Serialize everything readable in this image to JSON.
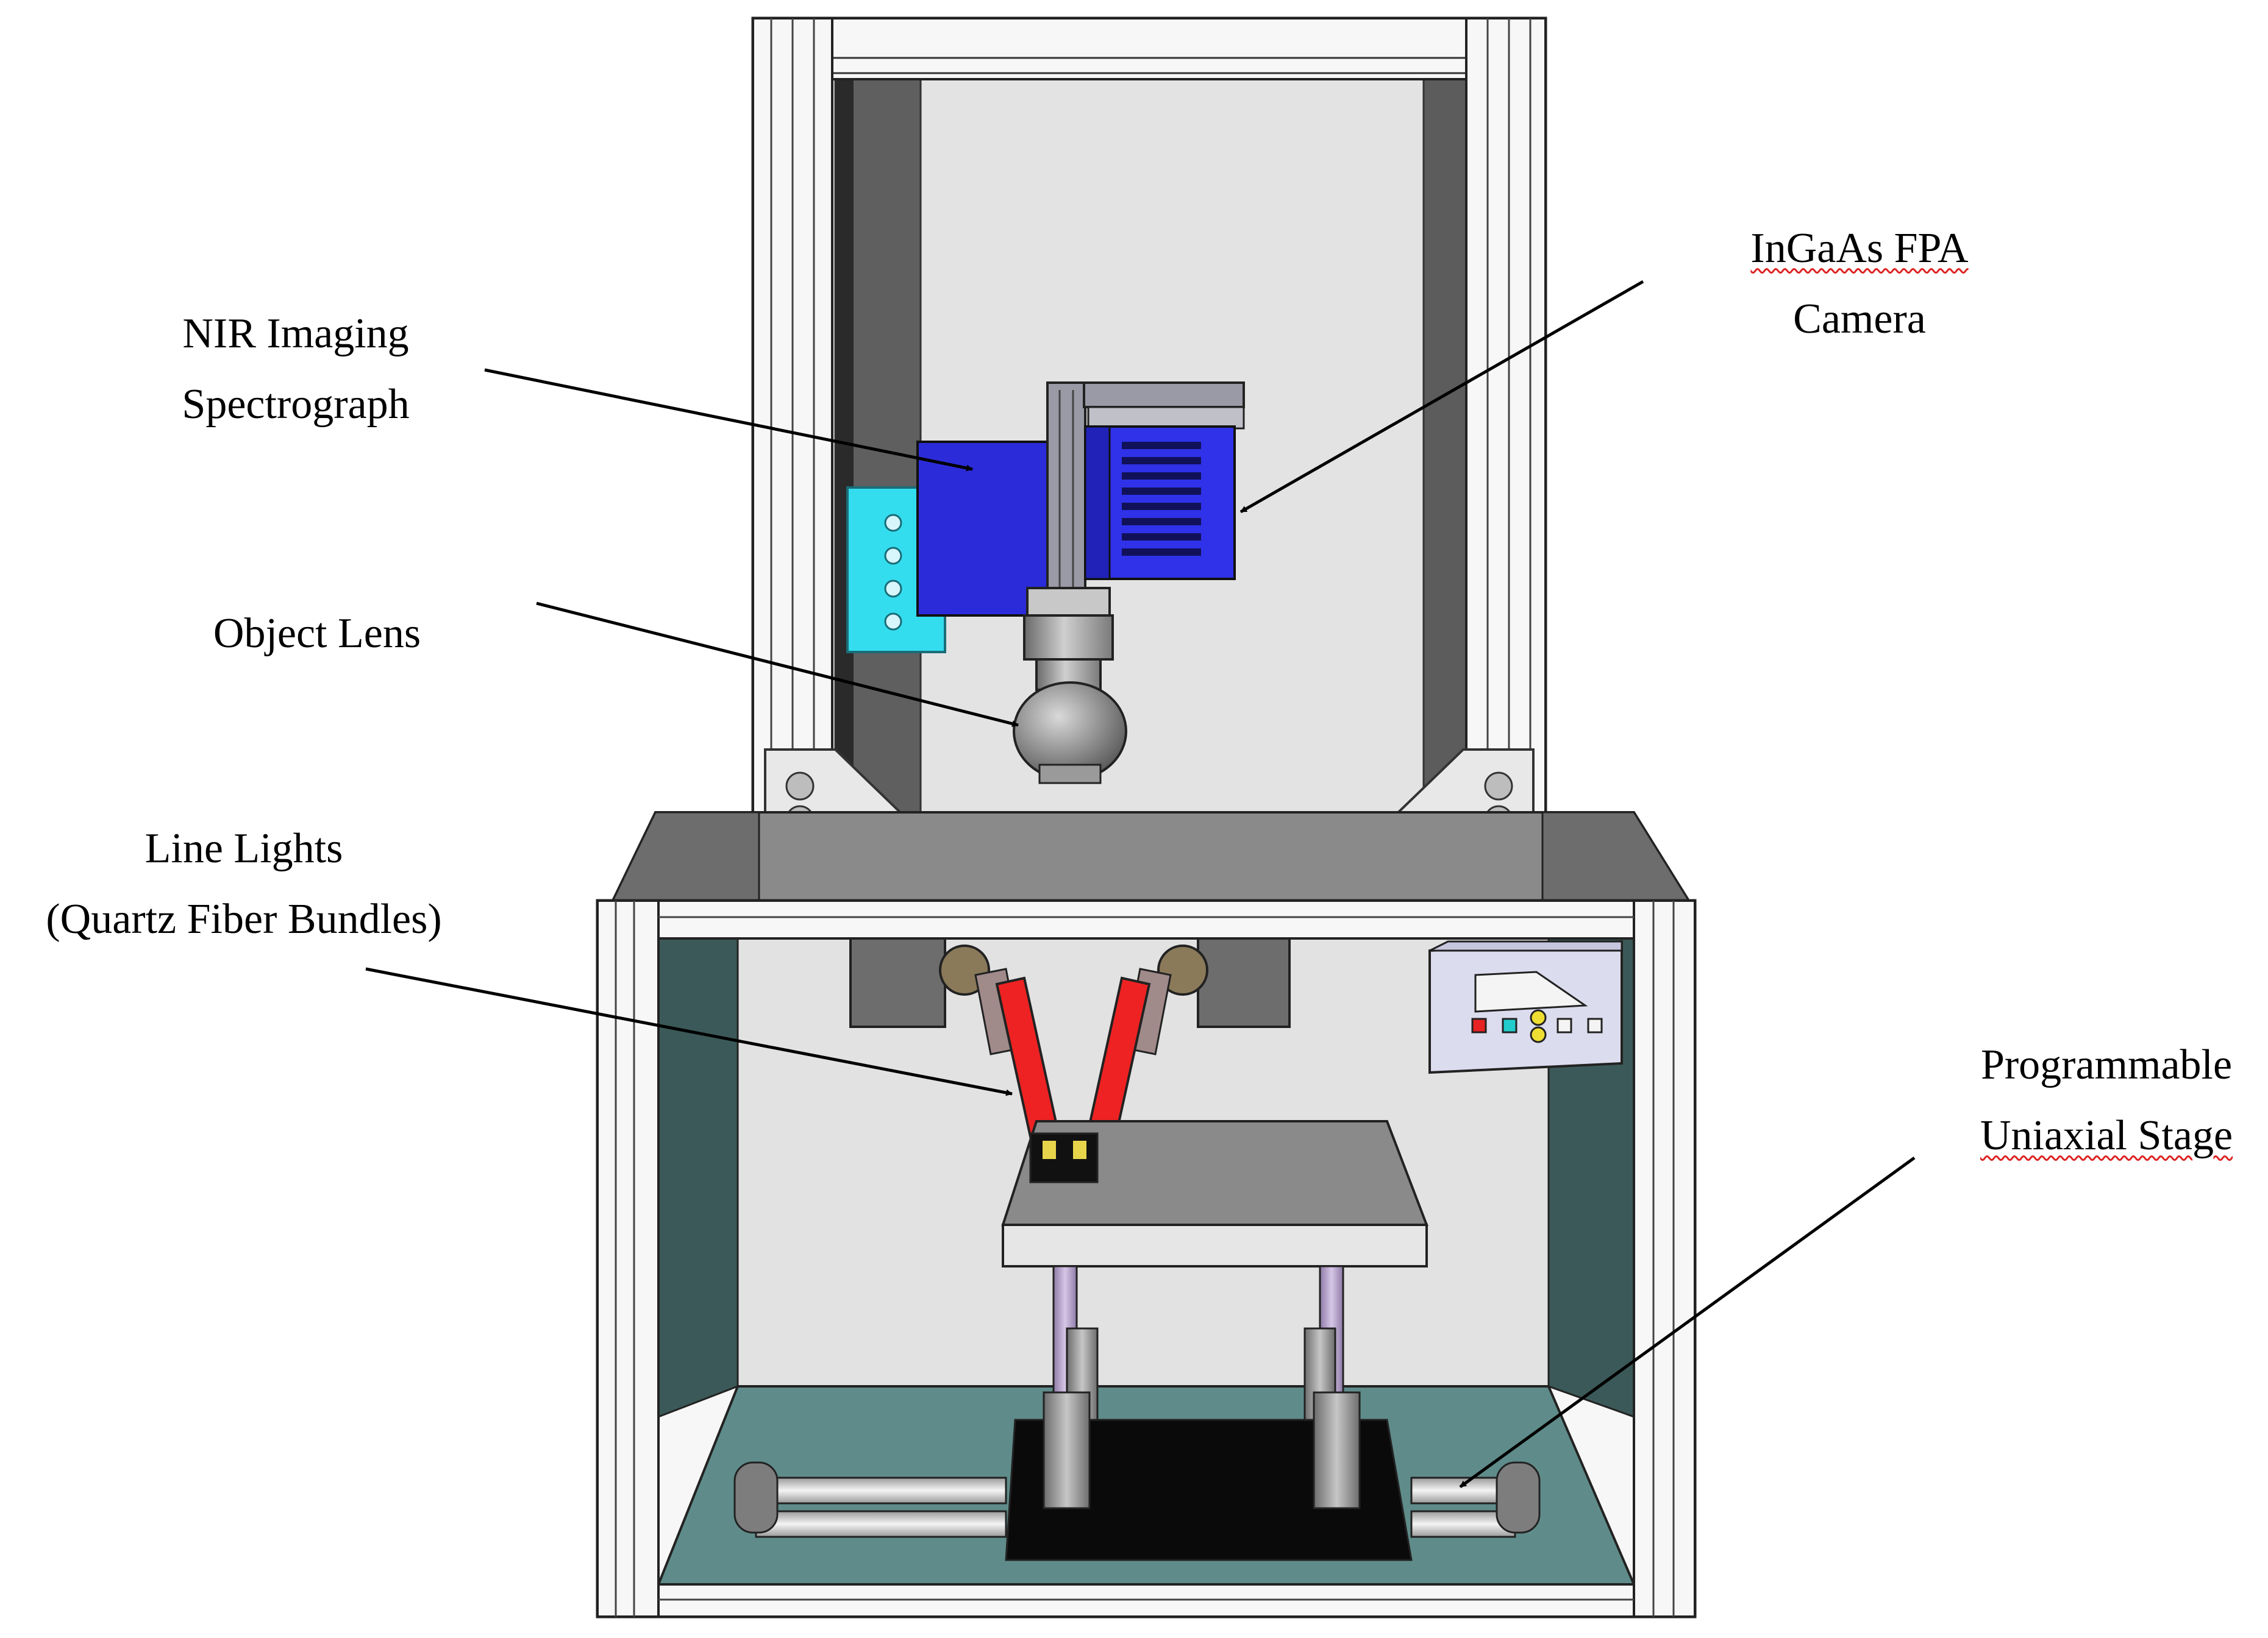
{
  "labels": {
    "spectrograph": {
      "line1": "NIR Imaging",
      "line2": "Spectrograph"
    },
    "camera": {
      "line1": "InGaAs FPA",
      "line2": "Camera"
    },
    "lens": {
      "line1": "Object Lens"
    },
    "lights": {
      "line1": "Line Lights",
      "line2": "(Quartz Fiber Bundles)"
    },
    "stage": {
      "line1": "Programmable",
      "line2": "Uniaxial Stage"
    }
  },
  "colors": {
    "frame": "#ffffff",
    "frame_shadow": "#c8c8c8",
    "interior": "#e2e2e2",
    "dark_panel": "#6b6b6b",
    "teal_wall": "#3b5958",
    "floor": "#5f8c8a",
    "spectrograph": "#2b2bd9",
    "camera": "#2f32e8",
    "bracket": "#33ddee",
    "fiber": "#ee2222",
    "stage_rod": "#b8a3cc",
    "base_plate": "#0a0a0a"
  }
}
